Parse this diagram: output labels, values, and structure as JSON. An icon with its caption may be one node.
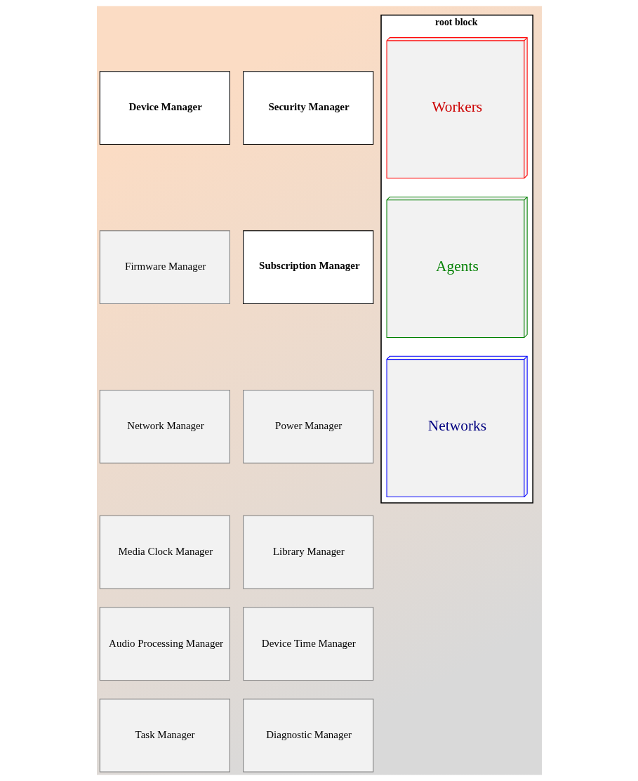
{
  "diagram": {
    "nodes": [
      {
        "text": [
          "Device Manager"
        ]
      },
      {
        "text": [
          "Security Manager"
        ]
      },
      {
        "text": [
          "Firmware Manager"
        ]
      },
      {
        "text": [
          "Subscription Manager"
        ]
      },
      {
        "text": [
          "Network Manager"
        ]
      },
      {
        "text": [
          "Power Manager"
        ]
      },
      {
        "text": [
          "Media Clock Manager"
        ]
      },
      {
        "text": [
          "Library Manager"
        ]
      },
      {
        "text": [
          "Audio Processing Manager"
        ]
      },
      {
        "text": [
          "Device Time Manager"
        ]
      },
      {
        "text": [
          "Task Manager"
        ]
      },
      {
        "text": [
          "Diagnostic Manager"
        ]
      },
      {
        "text": [
          "root block"
        ]
      },
      {
        "text": [
          "Workers"
        ],
        "in": 12
      },
      {
        "text": [
          "Agents"
        ],
        "in": 12
      },
      {
        "text": [
          "Networks"
        ],
        "in": 12
      }
    ]
  }
}
